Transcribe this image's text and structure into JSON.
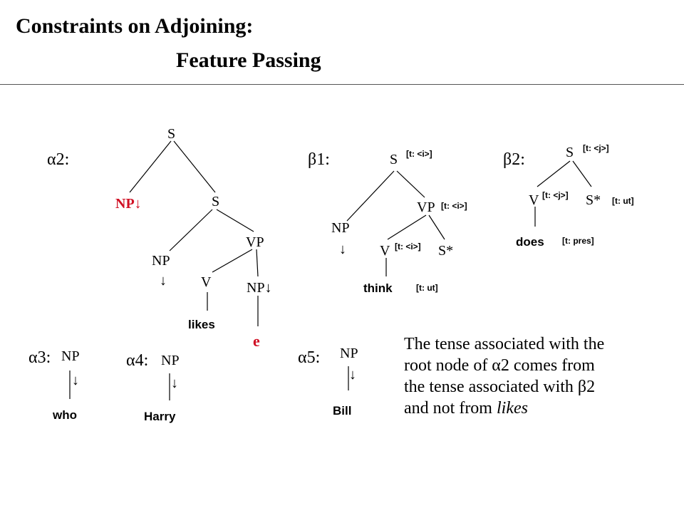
{
  "title": {
    "line1": "Constraints on Adjoining:",
    "line2": "Feature Passing"
  },
  "trees": {
    "a2": {
      "label": "α2:",
      "root": "S",
      "np_subst": "NP",
      "inner_s": "S",
      "np": "NP",
      "vp": "VP",
      "v": "V",
      "np_obj": "NP",
      "word": "likes",
      "trace": "e",
      "arrow": "↓"
    },
    "b1": {
      "label": "β1:",
      "root": "S",
      "root_feat": "[t: <i>]",
      "np": "NP",
      "vp": "VP",
      "vp_feat": "[t: <i>]",
      "v": "V",
      "v_feat": "[t: <i>]",
      "foot": "S*",
      "word": "think",
      "word_feat": "[t: ut]",
      "arrow": "↓"
    },
    "b2": {
      "label": "β2:",
      "root": "S",
      "root_feat": "[t: <j>]",
      "v": "V",
      "v_feat": "[t: <j>]",
      "foot": "S*",
      "foot_feat": "[t: ut]",
      "word": "does",
      "word_feat": "[t: pres]"
    },
    "a3": {
      "label": "α3:",
      "np": "NP",
      "arrow": "↓",
      "word": "who"
    },
    "a4": {
      "label": "α4:",
      "np": "NP",
      "arrow": "↓",
      "word": "Harry"
    },
    "a5": {
      "label": "α5:",
      "np": "NP",
      "arrow": "↓",
      "word": "Bill"
    }
  },
  "caption": {
    "line1": "The tense associated with the",
    "line2": "root node of α2 comes from",
    "line3": "the tense associated with β2",
    "line4_prefix": "and not from ",
    "line4_italic": "likes"
  },
  "colors": {
    "highlight": "#d01024",
    "text": "#000000",
    "background": "#ffffff"
  }
}
